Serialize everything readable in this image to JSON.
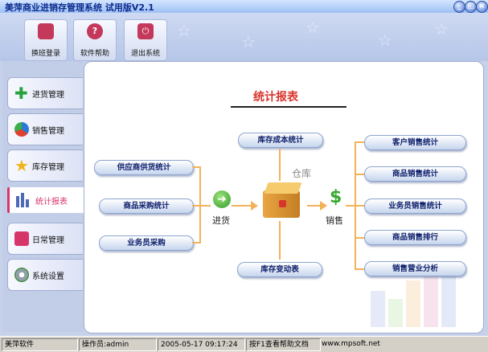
{
  "window": {
    "title": "美萍商业进销存管理系统 试用版V2.1"
  },
  "toolbar": {
    "switch_label": "换班登录",
    "help_label": "软件帮助",
    "exit_label": "退出系统"
  },
  "sidebar": {
    "items": [
      {
        "label": "进货管理"
      },
      {
        "label": "销售管理"
      },
      {
        "label": "库存管理"
      },
      {
        "label": "统计报表"
      },
      {
        "label": "日常管理"
      },
      {
        "label": "系统设置"
      }
    ]
  },
  "main": {
    "heading": "统计报表",
    "warehouse_label": "仓库",
    "purchase_label": "进货",
    "sales_label": "销售",
    "center_top": "库存成本统计",
    "center_bottom": "库存变动表",
    "left_buttons": [
      "供应商供货统计",
      "商品采购统计",
      "业务员采购"
    ],
    "right_buttons": [
      "客户销售统计",
      "商品销售统计",
      "业务员销售统计",
      "商品销售排行",
      "销售营业分析"
    ]
  },
  "statusbar": {
    "company": "美萍软件",
    "operator": "操作员:admin",
    "datetime": "2005-05-17 09:17:24",
    "help": "按F1查看帮助文档",
    "website": "www.mpsoft.net"
  },
  "colors": {
    "accent": "#d6356a",
    "link_line": "#f2b25a",
    "pill_text": "#0d1e6b"
  }
}
